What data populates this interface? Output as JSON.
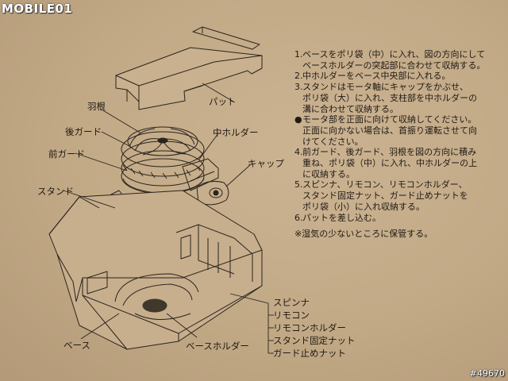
{
  "watermark": {
    "logo": "MOBILE01",
    "photo_id": "#49670"
  },
  "labels": {
    "pad": "パット",
    "blade": "羽根",
    "rear_guard": "後ガード",
    "mid_holder": "中ホルダー",
    "front_guard": "前ガード",
    "cap": "キャップ",
    "stand": "スタンド",
    "base": "ベース",
    "base_holder": "ベースホルダー",
    "spinner": "スピンナ",
    "remote": "リモコン",
    "remote_holder": "リモコンホルダー",
    "stand_nut": "スタンド固定ナット",
    "guard_nut": "ガード止めナット"
  },
  "instructions": {
    "steps": [
      {
        "num": "1.",
        "text": "ベースをポリ袋（中）に入れ、図の方向にして\nベースホルダーの突起部に合わせて収納する。"
      },
      {
        "num": "2.",
        "text": "中ホルダーをベース中央部に入れる。"
      },
      {
        "num": "3.",
        "text": "スタンドはモータ軸にキャップをかぶせ、\nポリ袋（大）に入れ、支柱部を中ホルダーの\n溝に合わせて収納する。"
      },
      {
        "num": "●",
        "text": "モータ部を正面に向けて収納してください。\n正面に向かない場合は、首振り運転させて向\nけてください。"
      },
      {
        "num": "4.",
        "text": "前ガード、後ガード、羽根を図の方向に積み\n重ね、ポリ袋（中）に入れ、中ホルダーの上\nに収納する。"
      },
      {
        "num": "5.",
        "text": "スピンナ、リモコン、リモコンホルダー、\nスタンド固定ナット、ガード止めナットを\nポリ袋（小）に入れ収納する。"
      },
      {
        "num": "6.",
        "text": "パットを差し込む。"
      }
    ],
    "note": "※湿気の少ないところに保管する。"
  }
}
